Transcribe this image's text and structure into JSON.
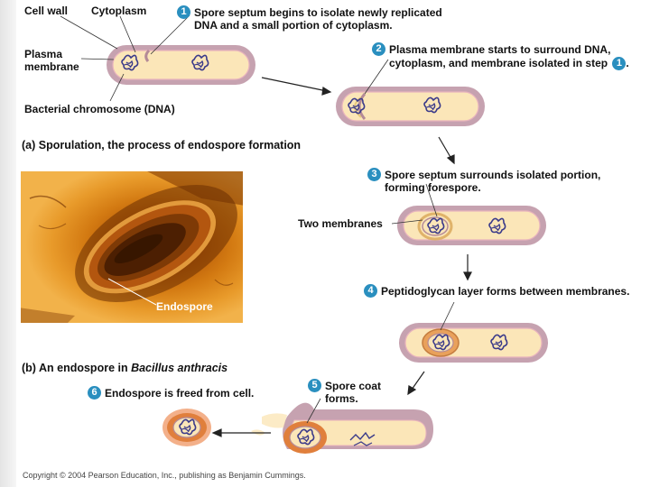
{
  "labels": {
    "cell_wall": "Cell wall",
    "cytoplasm": "Cytoplasm",
    "plasma_membrane_1": "Plasma",
    "plasma_membrane_2": "membrane",
    "bacterial_chromosome": "Bacterial chromosome (DNA)",
    "two_membranes": "Two membranes"
  },
  "steps": [
    {
      "num": "1",
      "line1": "Spore septum begins to isolate newly replicated",
      "line2": "DNA and a small portion of cytoplasm."
    },
    {
      "num": "2",
      "line1": "Plasma membrane starts to surround DNA,",
      "line2": "cytoplasm, and membrane isolated in step",
      "ref": "1",
      "tail": "."
    },
    {
      "num": "3",
      "line1": "Spore septum surrounds isolated portion,",
      "line2": "forming forespore."
    },
    {
      "num": "4",
      "line1": "Peptidoglycan layer forms between membranes.",
      "line2": ""
    },
    {
      "num": "5",
      "line1": "Spore coat",
      "line2": "forms."
    },
    {
      "num": "6",
      "line1": "Endospore is freed from cell.",
      "line2": ""
    }
  ],
  "captions": {
    "a_tag": "(a)",
    "a_text": "Sporulation, the process of endospore formation",
    "b_tag": "(b)",
    "b_text": "An endospore in ",
    "b_species": "Bacillus anthracis"
  },
  "photo": {
    "label": "Endospore"
  },
  "copyright": "Copyright © 2004 Pearson Education, Inc., publishing as Benjamin Cummings.",
  "colors": {
    "cell_wall": "#c6a2b0",
    "cytoplasm": "#fbe6b8",
    "chromosome": "#3a3a8a",
    "spore_coat": "#e07f3c",
    "step_badge": "#2a8fbf"
  }
}
